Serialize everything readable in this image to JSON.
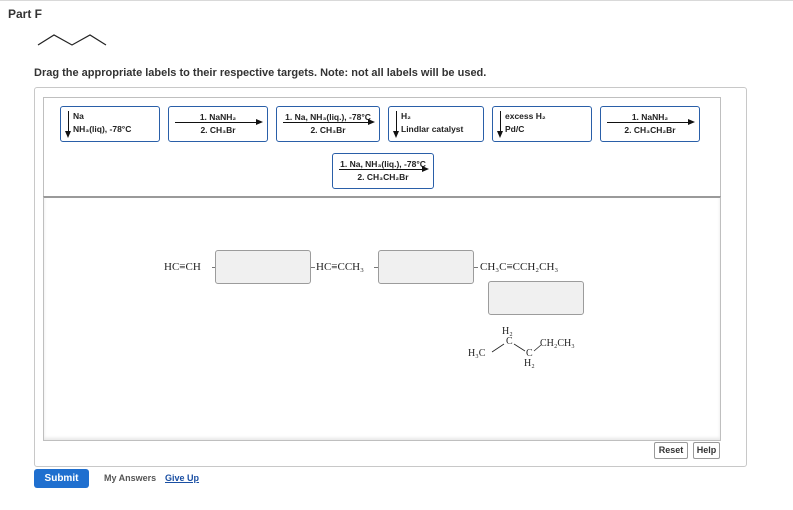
{
  "part_title": "Part F",
  "instructions": "Drag the appropriate labels to their respective targets. Note: not all labels will be used.",
  "labels": [
    {
      "top": "Na",
      "bottom": "NH₃(liq), -78°C",
      "arrow": "down"
    },
    {
      "top": "1. NaNH₂",
      "bottom": "2. CH₃Br",
      "arrow": "right"
    },
    {
      "top": "1. Na, NH₃(liq.), -78°C",
      "bottom": "2. CH₃Br",
      "arrow": "right"
    },
    {
      "top": "H₂",
      "bottom": "Lindlar catalyst",
      "arrow": "down"
    },
    {
      "top": "excess H₂",
      "bottom": "Pd/C",
      "arrow": "down"
    },
    {
      "top": "1. NaNH₂",
      "bottom": "2. CH₃CH₂Br",
      "arrow": "right"
    },
    {
      "top": "1. Na, NH₃(liq.), -78°C",
      "bottom": "2. CH₃CH₂Br",
      "arrow": "right"
    }
  ],
  "compounds": {
    "c1": "HC≡CH",
    "c2": "HC≡CCH₃",
    "c3": "CH₃C≡CCH₂CH₃",
    "product": {
      "h2_top": "H₂",
      "c_top": "C",
      "ch2ch3": "CH₂CH₃",
      "h3c": "H₃C",
      "c_bot": "C",
      "h2_bot": "H₂"
    }
  },
  "buttons": {
    "reset": "Reset",
    "help": "Help",
    "submit": "Submit"
  },
  "footer": {
    "my_answers": "My Answers",
    "give_up": "Give Up"
  },
  "colors": {
    "label_border": "#2a5fa8",
    "submit": "#1f6fcf",
    "drop_fill": "#f0f0f0"
  }
}
